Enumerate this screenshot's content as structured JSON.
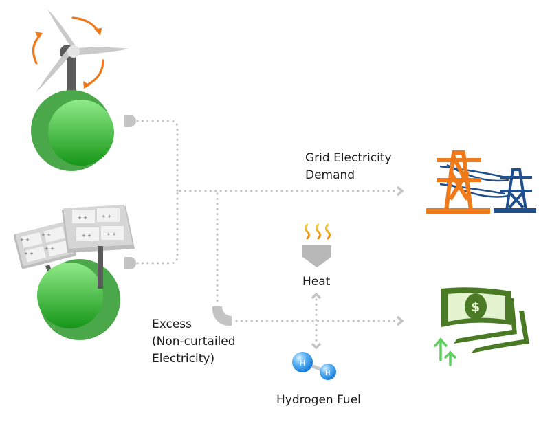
{
  "diagram": {
    "title": "Renewable energy flow to grid, heat, hydrogen and revenue",
    "sources": [
      {
        "name": "Wind turbine",
        "icon": "wind-turbine-icon"
      },
      {
        "name": "Solar panels",
        "icon": "solar-panel-icon"
      }
    ],
    "labels": {
      "grid_line1": "Grid Electricity",
      "grid_line2": "Demand",
      "heat": "Heat",
      "excess_line1": "Excess",
      "excess_line2": "(Non-curtailed",
      "excess_line3": "Electricity)",
      "hydrogen": "Hydrogen Fuel",
      "h_atom": "H"
    },
    "destinations": [
      {
        "name": "Grid Electricity Demand",
        "icon": "transmission-tower-icon"
      },
      {
        "name": "Revenue",
        "icon": "money-icon"
      },
      {
        "name": "Heat",
        "icon": "heat-icon"
      },
      {
        "name": "Hydrogen Fuel",
        "icon": "hydrogen-molecule-icon"
      }
    ],
    "colors": {
      "green_light": "#8ee88a",
      "green_dark": "#4aa84a",
      "orange": "#f07a1a",
      "navy": "#1e4f8c",
      "money_green": "#4a7a25",
      "money_light": "#e3f3cf",
      "arrow_green": "#5ccf5c",
      "connector_gray": "#c4c4c4",
      "hydrogen_blue": "#2a8fe0"
    }
  }
}
